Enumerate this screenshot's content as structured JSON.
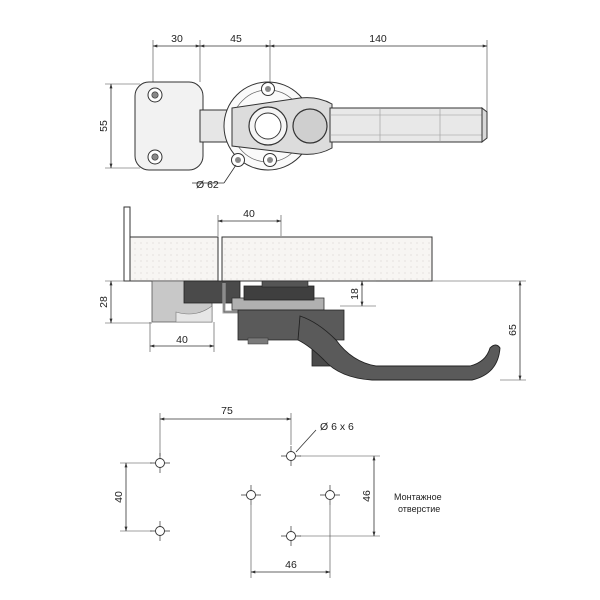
{
  "top_view": {
    "dims": {
      "left": "30",
      "middle": "45",
      "right": "140",
      "height": "55",
      "diameter": "Ø 62"
    }
  },
  "side_view": {
    "dims": {
      "top_width": "40",
      "left_height": "28",
      "bottom_width": "40",
      "small_height": "18",
      "total_height": "65"
    }
  },
  "hole_pattern": {
    "dims": {
      "horizontal_75": "75",
      "hole_size": "Ø 6 x 6",
      "vertical_40": "40",
      "vertical_46": "46",
      "horizontal_46": "46"
    },
    "note_line1": "Монтажное",
    "note_line2": "отверстие"
  },
  "colors": {
    "line": "#333333",
    "panel_fill": "#f7f5f3",
    "dark_part": "#4a4a4a",
    "mid_part": "#6a6a6a",
    "light_part": "#b5b5b5"
  }
}
